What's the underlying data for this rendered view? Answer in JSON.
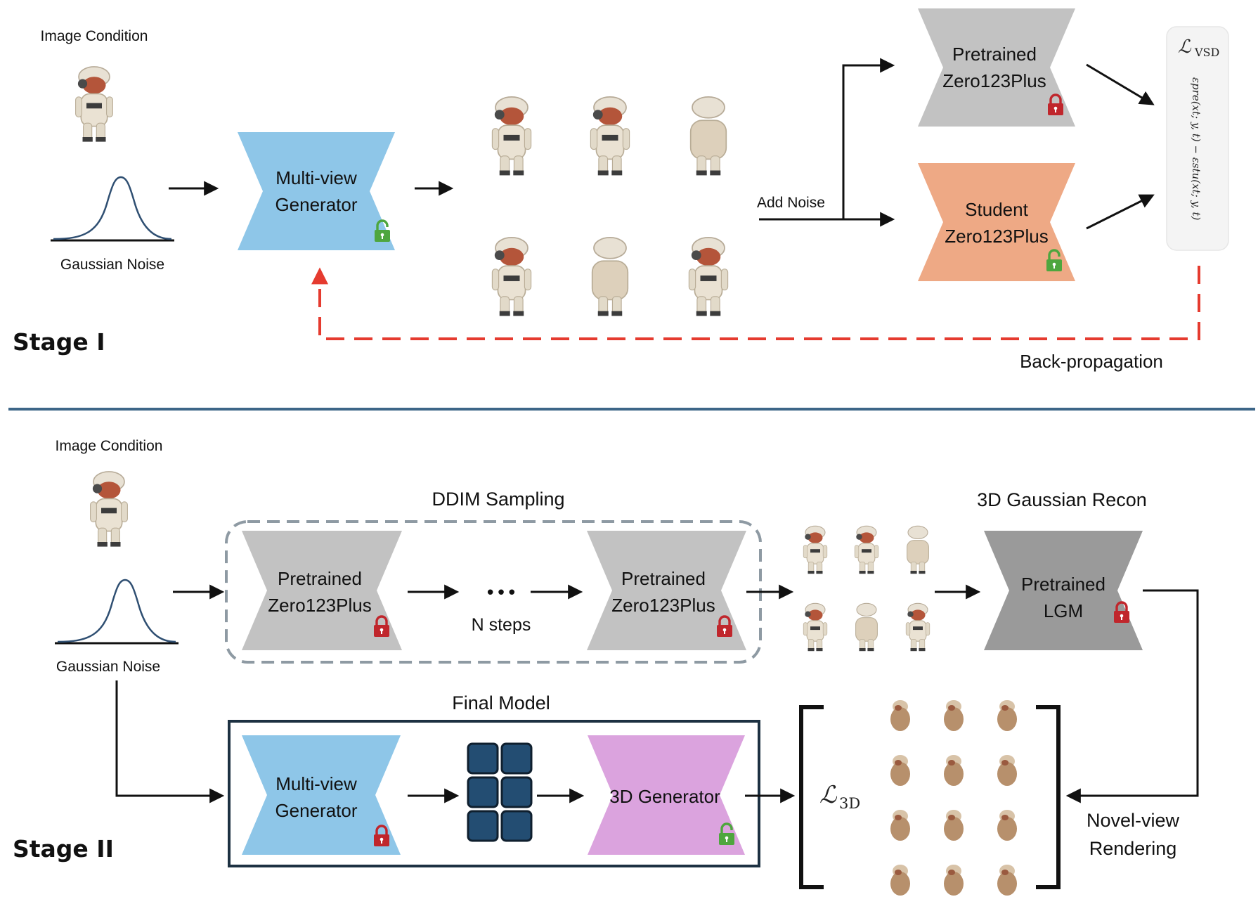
{
  "stage1": {
    "title": "Stage I",
    "image_condition": "Image Condition",
    "gaussian_noise": "Gaussian Noise",
    "generator": [
      "Multi-view",
      "Generator"
    ],
    "add_noise": "Add Noise",
    "pretrained": [
      "Pretrained",
      "Zero123Plus"
    ],
    "student": [
      "Student",
      "Zero123Plus"
    ],
    "loss_vsd": "ℒ",
    "loss_vsd_sub": "VSD",
    "loss_formula": "εpre(xt; y, t) − εstu(xt; y, t)",
    "backprop": "Back-propagation"
  },
  "stage2": {
    "title": "Stage II",
    "image_condition": "Image Condition",
    "gaussian_noise": "Gaussian Noise",
    "ddim_title": "DDIM Sampling",
    "pretrained_a": [
      "Pretrained",
      "Zero123Plus"
    ],
    "ellipsis": "•••",
    "n_steps": "N steps",
    "pretrained_b": [
      "Pretrained",
      "Zero123Plus"
    ],
    "recon_title": "3D Gaussian Recon",
    "lgm": [
      "Pretrained",
      "LGM"
    ],
    "final_model": "Final Model",
    "generator": [
      "Multi-view",
      "Generator"
    ],
    "generator_3d": "3D Generator",
    "loss_3d": "ℒ",
    "loss_3d_sub": "3D",
    "novel_view": [
      "Novel-view",
      "Rendering"
    ]
  },
  "colors": {
    "generator_blue": "#8ec6e8",
    "pretrained_gray": "#c2c2c2",
    "lgm_gray": "#9a9a9a",
    "student_orange": "#eea985",
    "gen3d_pink": "#dba3de",
    "grid_navy": "#234d72",
    "divider": "#3d6688",
    "backprop_red": "#e53b2f",
    "lock_red": "#c0262c",
    "lock_green": "#4ea63e"
  }
}
